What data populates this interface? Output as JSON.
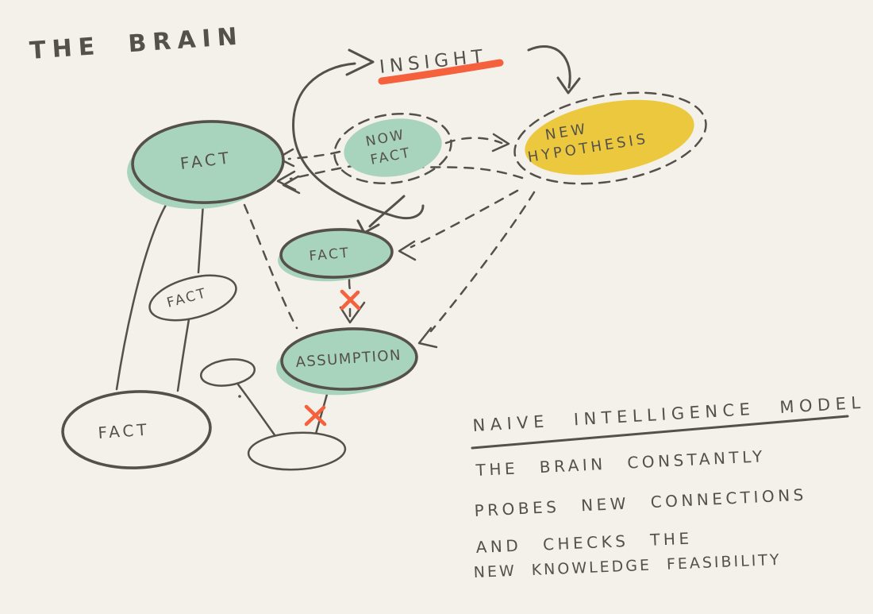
{
  "title": "THE BRAIN",
  "insight": {
    "label": "INSIGHT"
  },
  "nodes": {
    "fact_left": {
      "label": "FACT"
    },
    "now_fact": {
      "line1": "NOW",
      "line2": "FACT"
    },
    "new_hypothesis": {
      "line1": "NEW",
      "line2": "HYPOTHESIS"
    },
    "fact_mid": {
      "label": "FACT"
    },
    "assumption": {
      "label": "ASSUMPTION"
    },
    "fact_small": {
      "label": "FACT"
    },
    "fact_bottom": {
      "label": "FACT"
    }
  },
  "caption": {
    "heading": "NAIVE INTELLIGENCE MODEL",
    "line1": "THE BRAIN CONSTANTLY",
    "line2": "PROBES NEW CONNECTIONS",
    "line3": "AND CHECKS THE",
    "line4": "NEW KNOWLEDGE FEASIBILITY"
  },
  "colors": {
    "background": "#f4f1ea",
    "ink": "#55514a",
    "green": "#a8d3bd",
    "yellow": "#ecc83f",
    "accent_red": "#f4613c"
  }
}
